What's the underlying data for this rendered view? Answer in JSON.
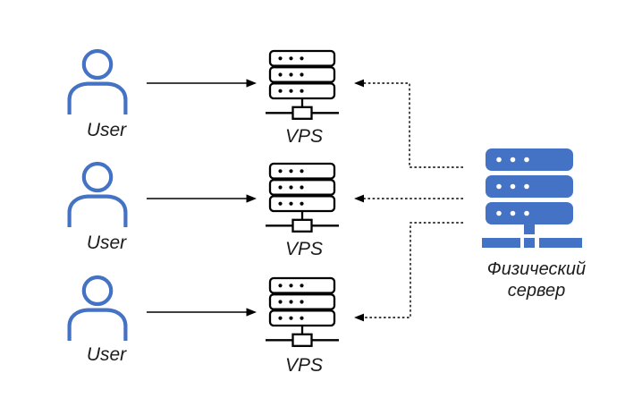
{
  "diagram": {
    "background": "#ffffff",
    "accent_blue": "#4472c4",
    "line_color": "#000000",
    "text_color": "#1c1c1c",
    "rows": [
      {
        "user_label": "User",
        "vps_label": "VPS"
      },
      {
        "user_label": "User",
        "vps_label": "VPS"
      },
      {
        "user_label": "User",
        "vps_label": "VPS"
      }
    ],
    "physical_server": {
      "label_line1": "Физический",
      "label_line2": "сервер"
    },
    "icons": {
      "user": "person-outline-icon",
      "vps": "server-stack-outline-icon",
      "physical_server": "server-stack-filled-icon"
    },
    "connections": {
      "user_to_vps": "solid-right-arrow",
      "physical_server_to_vps": "dashed-left-arrow"
    }
  }
}
